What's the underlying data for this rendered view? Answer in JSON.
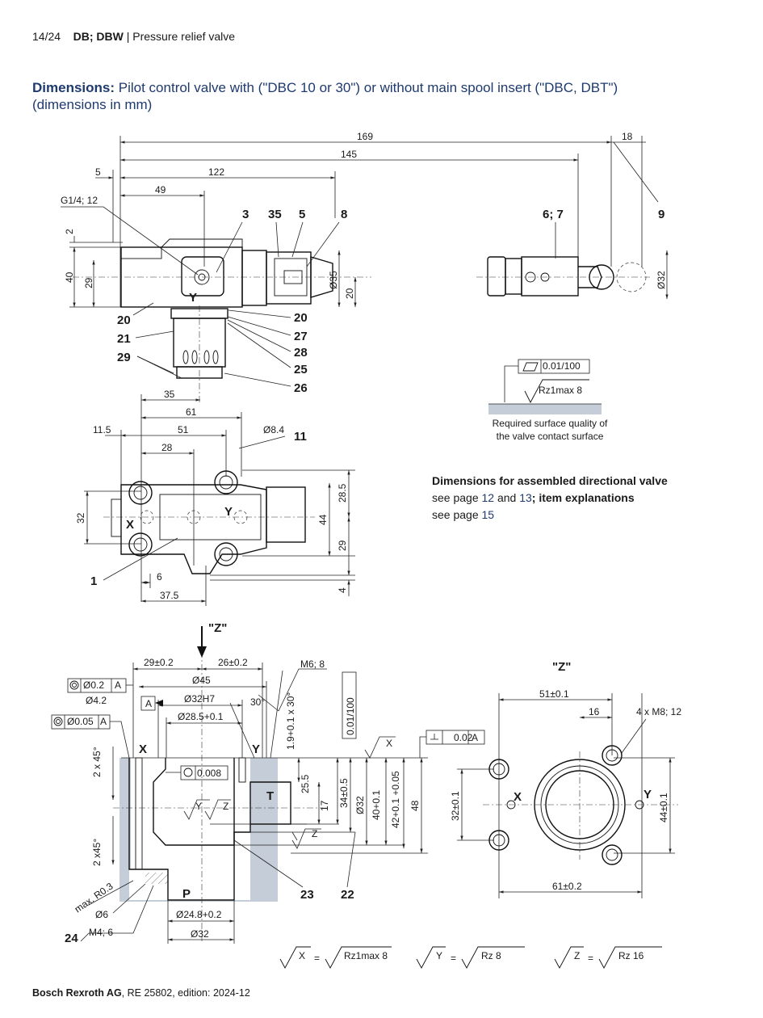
{
  "header": {
    "page": "14/24",
    "product": "DB; DBW",
    "separator": "|",
    "subtitle": "Pressure relief valve"
  },
  "title": {
    "bold": "Dimensions:",
    "text": "Pilot control valve with (\"DBC 10 or 30\") or without main spool insert (\"DBC, DBT\") (dimensions in mm)"
  },
  "assembled_note": {
    "heading": "Dimensions for assembled directional valve",
    "line2_pre": "see page",
    "page_a": "12",
    "and": "and",
    "page_b": "13",
    "line2_post": "; item explanations",
    "line3_pre": "see page",
    "page_c": "15"
  },
  "surface_note": {
    "line1": "Required surface quality of",
    "line2": "the valve contact surface",
    "flatness": "0.01/100",
    "roughness": "Rz1max 8"
  },
  "legend": {
    "x_sym": "X",
    "x_val": "Rz1max 8",
    "y_sym": "Y",
    "y_val": "Rz 8",
    "z_sym": "Z",
    "z_val": "Rz 16",
    "eq": "="
  },
  "footer": {
    "company": "Bosch Rexroth AG",
    "doc": ", RE 25802, edition: 2024-12"
  },
  "dims_top": [
    "169",
    "145",
    "18",
    "5",
    "122",
    "49",
    "G1/4; 12",
    "2",
    "40",
    "29",
    "Ø35",
    "20",
    "Ø32"
  ],
  "items_top": [
    "3",
    "35",
    "5",
    "8",
    "6; 7",
    "9",
    "20",
    "21",
    "29",
    "20",
    "27",
    "28",
    "25",
    "26",
    "Y"
  ],
  "dims_plan": [
    "35",
    "61",
    "11.5",
    "51",
    "28",
    "Ø8.4",
    "32",
    "28.5",
    "44",
    "29",
    "4",
    "6",
    "37.5"
  ],
  "items_plan": [
    "11",
    "1",
    "X",
    "Y"
  ],
  "dims_section": [
    "\"Z\"",
    "29±0.2",
    "26±0.2",
    "M6; 8",
    "Ø0.2",
    "A",
    "Ø45",
    "Ø4.2",
    "Ø32H7",
    "Ø28.5+0.1",
    "Ø0.05",
    "30°",
    "1.9+0.1 x 30°",
    "0.01/100",
    "0.02",
    "2 x 45°",
    "2 x45°",
    "0.008",
    "25.5",
    "17",
    "34±0.5",
    "Ø32",
    "40+0.1",
    "42+0.1 +0.05",
    "48",
    "max. R0.3",
    "Ø6",
    "M4; 6",
    "Ø24.8+0.2",
    "Ø32"
  ],
  "items_section": [
    "X",
    "Y",
    "T",
    "P",
    "23",
    "22",
    "24",
    "Y",
    "Z",
    "Z",
    "X"
  ],
  "dims_z": [
    "\"Z\"",
    "51±0.1",
    "16",
    "4 x M8; 12",
    "32±0.1",
    "44±0.1",
    "61±0.2",
    "X",
    "Y"
  ]
}
